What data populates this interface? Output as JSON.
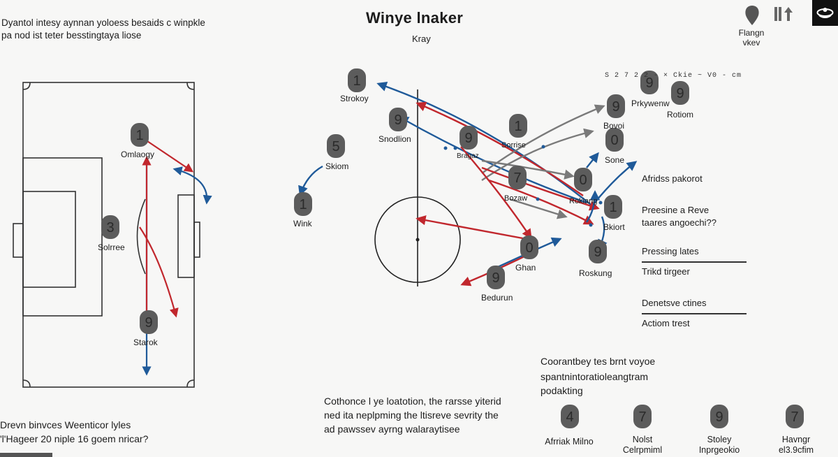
{
  "header": {
    "title": "Winye lnaker",
    "subtitle": "Kray",
    "intro_line1": "Dyantol intesy aynnan yoloess besaids c winpkle",
    "intro_line2": "pa nod ist teter besstingtaya liose",
    "toolbar_label_line1": "Flangn",
    "toolbar_label_line2": "vkev",
    "tick_row": "S 2 7 2 2   -   ×   Ckie   ~   V0   -   cm"
  },
  "left_pitch": {
    "players": [
      {
        "num": "1",
        "label": "Omlaogy"
      },
      {
        "num": "3",
        "label": "Solrree"
      },
      {
        "num": "9",
        "label": "Starok"
      }
    ]
  },
  "main_pitch": {
    "players": [
      {
        "num": "1",
        "label": "Strokoy"
      },
      {
        "num": "9",
        "label": "Snodlion"
      },
      {
        "num": "5",
        "label": "Skiom"
      },
      {
        "num": "1",
        "label": "Wink"
      },
      {
        "num": "9",
        "label": "Bragaz"
      },
      {
        "num": "1",
        "label": "Sorrise"
      },
      {
        "num": "7",
        "label": "Bozaw"
      },
      {
        "num": "0",
        "label": "Rokiang"
      },
      {
        "num": "1",
        "label": "Bkiort"
      },
      {
        "num": "0",
        "label": "Ghan"
      },
      {
        "num": "9",
        "label": "Bedurun"
      },
      {
        "num": "9",
        "label": "Roskung"
      },
      {
        "num": "9",
        "label": "Bovoi"
      },
      {
        "num": "0",
        "label": "Sone"
      },
      {
        "num": "9",
        "label": "Prkywenw"
      },
      {
        "num": "9",
        "label": "Rotiom"
      }
    ]
  },
  "side_panel": {
    "item1": "Afridss pakorot",
    "item2_line1": "Preesine a Reve",
    "item2_line2": "taares angoechi??",
    "item3": "Pressing lates",
    "item4": "Trikd tirgeer",
    "item5": "Denetsve ctines",
    "item6": "Actiom trest"
  },
  "bottom": {
    "left_line1": "Drevn binvces Weenticor lyles",
    "left_line2": "'l'Hageer 20 niple 16 goem nricar?",
    "center_line1": "Cothonce l ye loatotion, the rarsse yiterid",
    "center_line2": "ned ita neplpming the ltisreve sevrity the",
    "center_line3": "ad pawssev ayrng walaraytisee",
    "right_line1": "Coorantbey tes brnt voyoe",
    "right_line2": "spantnintoratioleangtram",
    "right_line3": "podakting",
    "legend": [
      {
        "num": "4",
        "label1": "Afrriak Milno",
        "label2": ""
      },
      {
        "num": "7",
        "label1": "Nolst",
        "label2": "Celrpmiml"
      },
      {
        "num": "9",
        "label1": "Stoley",
        "label2": "Inprgeokio"
      },
      {
        "num": "7",
        "label1": "Havngr",
        "label2": "el3.9cfim"
      }
    ]
  },
  "colors": {
    "red": "#c1272d",
    "blue": "#1f5a99",
    "gray": "#7a7a7a",
    "token": "#5c5c5c"
  }
}
